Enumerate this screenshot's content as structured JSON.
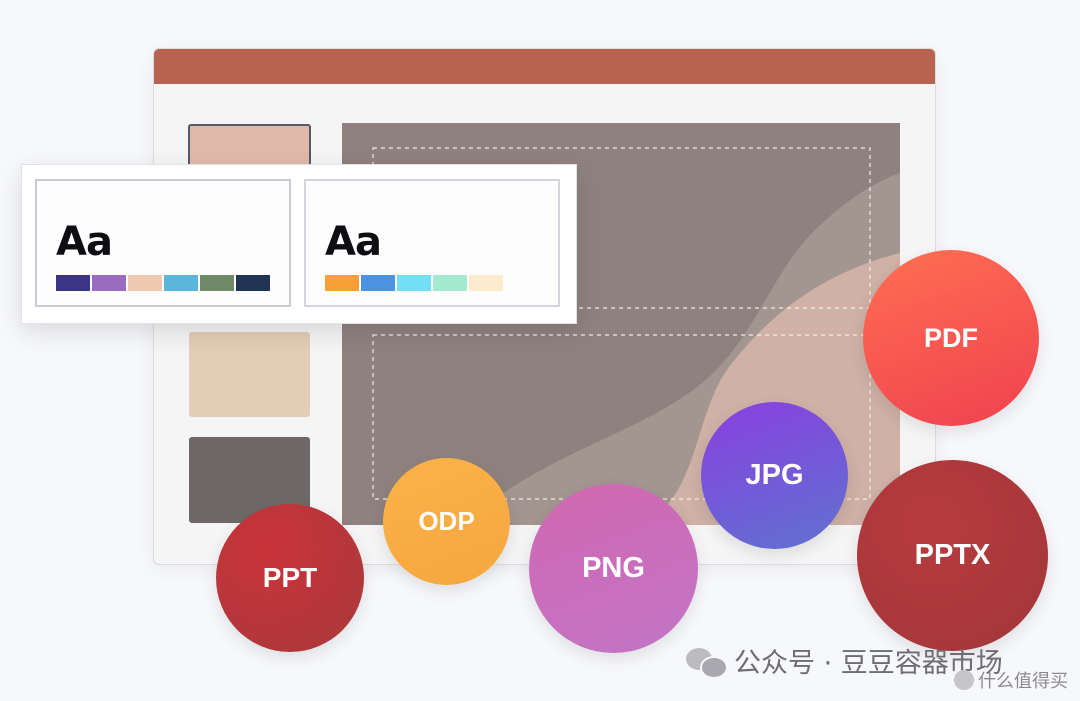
{
  "theme_cards": [
    {
      "label": "Aa",
      "swatches": [
        "#3b3585",
        "#9a6cc0",
        "#efc9b0",
        "#5bb6dc",
        "#6f8a66",
        "#213456"
      ]
    },
    {
      "label": "Aa",
      "swatches": [
        "#f8a035",
        "#4b93e0",
        "#73dff5",
        "#a4ead0",
        "#fbecce"
      ]
    }
  ],
  "formats": [
    {
      "label": "PPT",
      "icon": "ppt-format-icon"
    },
    {
      "label": "ODP",
      "icon": "odp-format-icon"
    },
    {
      "label": "PNG",
      "icon": "png-format-icon"
    },
    {
      "label": "JPG",
      "icon": "jpg-format-icon"
    },
    {
      "label": "PDF",
      "icon": "pdf-format-icon"
    },
    {
      "label": "PPTX",
      "icon": "pptx-format-icon"
    }
  ],
  "colors": {
    "titlebar": "#b8634f",
    "canvas": "#8f827e"
  },
  "watermark": {
    "text": "公众号 · 豆豆容器市场",
    "small_text": "什么值得买"
  }
}
